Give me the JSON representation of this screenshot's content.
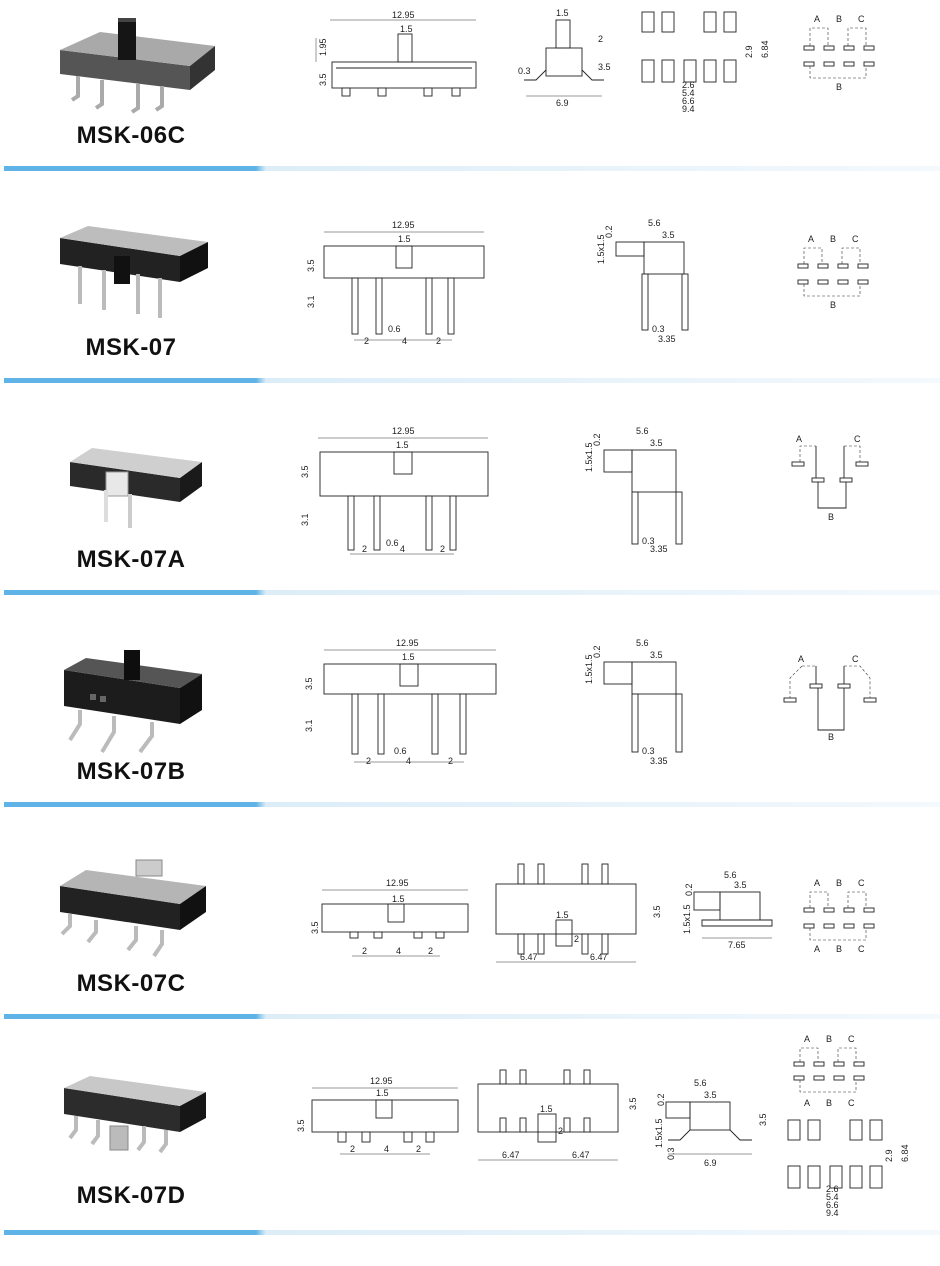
{
  "products": [
    {
      "model": "MSK-06C",
      "dims": {
        "len": "12.95",
        "knob": "1.5",
        "top": "1.95",
        "h": "3.5",
        "s_knob": "1.5",
        "s_h1": "2",
        "s_h2": "3.5",
        "s_t": "0.3",
        "s_w": "6.9",
        "p_h1": "2.9",
        "p_h2": "6.84",
        "p_a": "2.6",
        "p_b": "5.4",
        "p_c": "6.6",
        "p_d": "9.4"
      },
      "circuit": {
        "a": "A",
        "b": "B",
        "c": "C"
      }
    },
    {
      "model": "MSK-07",
      "dims": {
        "len": "12.95",
        "knob": "1.5",
        "h": "3.5",
        "pin": "3.1",
        "pw": "0.6",
        "p1": "2",
        "p2": "4",
        "p3": "2",
        "s_w": "5.6",
        "s_k": "3.5",
        "s_t": "0.2",
        "s_h": "1.5x1.5",
        "s_pt": "0.3",
        "s_pp": "3.35"
      },
      "circuit": {
        "a": "A",
        "b": "B",
        "c": "C"
      }
    },
    {
      "model": "MSK-07A",
      "dims": {
        "len": "12.95",
        "knob": "1.5",
        "h": "3.5",
        "pin": "3.1",
        "pw": "0.6",
        "p1": "2",
        "p2": "4",
        "p3": "2",
        "s_w": "5.6",
        "s_k": "3.5",
        "s_t": "0.2",
        "s_h": "1.5x1.5",
        "s_pt": "0.3",
        "s_pp": "3.35"
      },
      "circuit": {
        "a": "A",
        "b": "B",
        "c": "C"
      }
    },
    {
      "model": "MSK-07B",
      "dims": {
        "len": "12.95",
        "knob": "1.5",
        "h": "3.5",
        "pin": "3.1",
        "pw": "0.6",
        "p1": "2",
        "p2": "4",
        "p3": "2",
        "s_w": "5.6",
        "s_k": "3.5",
        "s_t": "0.2",
        "s_h": "1.5x1.5",
        "s_pt": "0.3",
        "s_pp": "3.35"
      },
      "circuit": {
        "a": "A",
        "b": "B",
        "c": "C"
      }
    },
    {
      "model": "MSK-07C",
      "dims": {
        "len": "12.95",
        "knob": "1.5",
        "h": "3.5",
        "p1": "2",
        "p2": "4",
        "p3": "2",
        "b_h": "3.5",
        "b_k": "1.5",
        "b_k2": "2",
        "b_l": "6.47",
        "b_r": "6.47",
        "s_w": "5.6",
        "s_k": "3.5",
        "s_t": "0.2",
        "s_h": "1.5x1.5",
        "s_w2": "7.65"
      },
      "circuit": {
        "a": "A",
        "b": "B",
        "c": "C"
      }
    },
    {
      "model": "MSK-07D",
      "dims": {
        "len": "12.95",
        "knob": "1.5",
        "h": "3.5",
        "p1": "2",
        "p2": "4",
        "p3": "2",
        "b_h": "3.5",
        "b_k": "1.5",
        "b_k2": "2",
        "b_l": "6.47",
        "b_r": "6.47",
        "s_w": "5.6",
        "s_k": "3.5",
        "s_t": "0.2",
        "s_h": "1.5x1.5",
        "s_t2": "0.3",
        "s_h2": "3.5",
        "s_w2": "6.9",
        "p_h1": "2.9",
        "p_h2": "6.84",
        "p_a": "2.6",
        "p_b": "5.4",
        "p_c": "6.6",
        "p_d": "9.4"
      },
      "circuit": {
        "a": "A",
        "b": "B",
        "c": "C"
      }
    }
  ]
}
